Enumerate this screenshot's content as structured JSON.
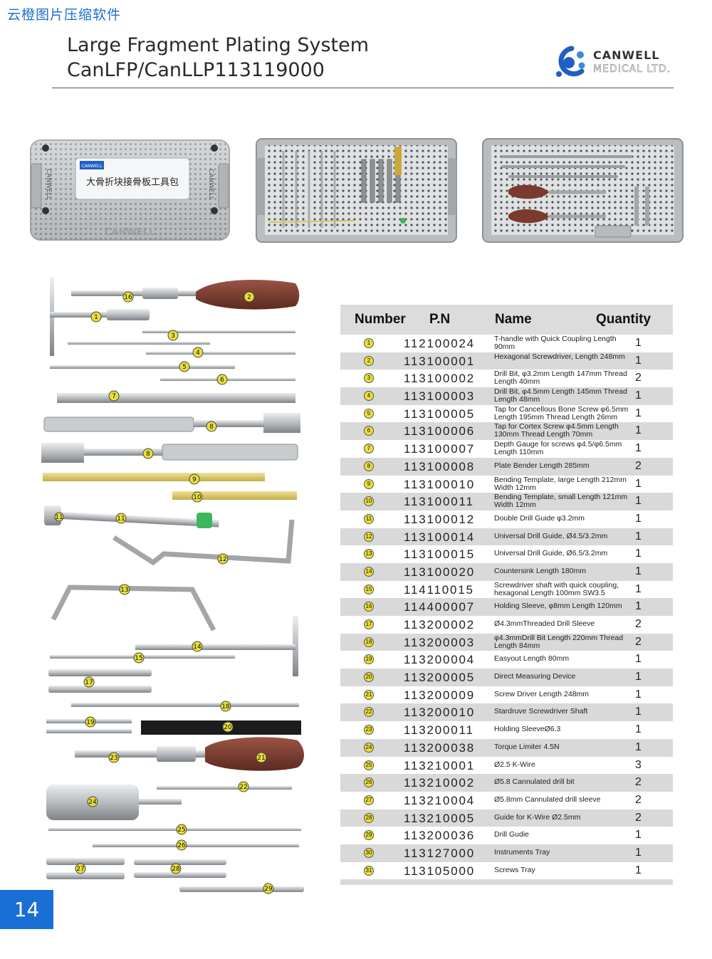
{
  "watermark": "云橙图片压缩软件",
  "header": {
    "title_line1": "Large Fragment Plating System",
    "title_line2": "CanLFP/CanLLP113119000",
    "logo_name": "CANWELL",
    "logo_sub": "MEDICAL LTD."
  },
  "photos": {
    "case_label_line1": "CANWELL",
    "case_label_line2": "大骨折块接骨板工具包",
    "case_emboss": "CANWELL",
    "side_emboss": "CANWELL"
  },
  "tool_labels": [
    "16",
    "2",
    "1",
    "3",
    "4",
    "5",
    "6",
    "7",
    "8",
    "8",
    "9",
    "10",
    "11",
    "11",
    "12",
    "13",
    "14",
    "15",
    "17",
    "18",
    "19",
    "20",
    "21",
    "22",
    "23",
    "24",
    "25",
    "26",
    "27",
    "28",
    "29"
  ],
  "table": {
    "headers": {
      "number": "Number",
      "pn": "P.N",
      "name": "Name",
      "quantity": "Quantity"
    },
    "rows": [
      {
        "num": "1",
        "pn": "112100024",
        "name": "T-handle with Quick Coupling Length 90mm",
        "qty": "1"
      },
      {
        "num": "2",
        "pn": "113100001",
        "name": "Hexagonal Screwdriver, Length 248mm",
        "qty": "1"
      },
      {
        "num": "3",
        "pn": "113100002",
        "name": "Drill Bit, φ3.2mm Length 147mm Thread Length 40mm",
        "qty": "2"
      },
      {
        "num": "4",
        "pn": "113100003",
        "name": "Drill Bit, φ4.5mm Length 145mm Thread Length 48mm",
        "qty": "1"
      },
      {
        "num": "5",
        "pn": "113100005",
        "name": "Tap for Cancellous Bone Screw φ6.5mm Length 195mm Thread Length 26mm",
        "qty": "1"
      },
      {
        "num": "6",
        "pn": "113100006",
        "name": "Tap for Cortex Screw φ4.5mm Length 130mm Thread Length 70mm",
        "qty": "1"
      },
      {
        "num": "7",
        "pn": "113100007",
        "name": "Depth Gauge for screws φ4.5/φ6.5mm Length 110mm",
        "qty": "1"
      },
      {
        "num": "8",
        "pn": "113100008",
        "name": "Plate Bender Length 285mm",
        "qty": "2"
      },
      {
        "num": "9",
        "pn": "113100010",
        "name": "Bending Template, large Length 212mm Width 12mm",
        "qty": "1"
      },
      {
        "num": "10",
        "pn": "113100011",
        "name": "Bending Template, small Length 121mm Width 12mm",
        "qty": "1"
      },
      {
        "num": "11",
        "pn": "113100012",
        "name": "Double Drill Guide φ3.2mm",
        "qty": "1"
      },
      {
        "num": "12",
        "pn": "113100014",
        "name": "Universal Drill Guide, Ø4.5/3.2mm",
        "qty": "1"
      },
      {
        "num": "13",
        "pn": "113100015",
        "name": "Universal Drill Guide, Ø6.5/3.2mm",
        "qty": "1"
      },
      {
        "num": "14",
        "pn": "113100020",
        "name": "Countersink Length 180mm",
        "qty": "1"
      },
      {
        "num": "15",
        "pn": "114110015",
        "name": "Screwdriver shaft with quick coupling, hexagonal Length 100mm SW3.5",
        "qty": "1"
      },
      {
        "num": "16",
        "pn": "114400007",
        "name": "Holding Sleeve, φ8mm Length 120mm",
        "qty": "1"
      },
      {
        "num": "17",
        "pn": "113200002",
        "name": "Ø4.3mmThreaded Drill Sleeve",
        "qty": "2"
      },
      {
        "num": "18",
        "pn": "113200003",
        "name": "φ4.3mmDrill Bit Length 220mm Thread Length 84mm",
        "qty": "2"
      },
      {
        "num": "19",
        "pn": "113200004",
        "name": "Easyout Length 80mm",
        "qty": "1"
      },
      {
        "num": "20",
        "pn": "113200005",
        "name": "Direct Measuring Device",
        "qty": "1"
      },
      {
        "num": "21",
        "pn": "113200009",
        "name": "Screw Driver Length 248mm",
        "qty": "1"
      },
      {
        "num": "22",
        "pn": "113200010",
        "name": "Stardruve Screwdriver Shaft",
        "qty": "1"
      },
      {
        "num": "23",
        "pn": "113200011",
        "name": "Holding SleeveØ6.3",
        "qty": "1"
      },
      {
        "num": "24",
        "pn": "113200038",
        "name": "Torque Limiter 4.5N",
        "qty": "1"
      },
      {
        "num": "25",
        "pn": "113210001",
        "name": "Ø2.5 K-Wire",
        "qty": "3"
      },
      {
        "num": "26",
        "pn": "113210002",
        "name": "Ø5.8 Cannulated drill bit",
        "qty": "2"
      },
      {
        "num": "27",
        "pn": "113210004",
        "name": "Ø5.8mm Cannulated drill sleeve",
        "qty": "2"
      },
      {
        "num": "28",
        "pn": "113210005",
        "name": "Guide for K-Wire Ø2.5mm",
        "qty": "2"
      },
      {
        "num": "29",
        "pn": "113200036",
        "name": "Drill Gudie",
        "qty": "1"
      },
      {
        "num": "30",
        "pn": "113127000",
        "name": "Instruments Tray",
        "qty": "1"
      },
      {
        "num": "31",
        "pn": "113105000",
        "name": "Screws Tray",
        "qty": "1"
      }
    ]
  },
  "page_number": "14"
}
